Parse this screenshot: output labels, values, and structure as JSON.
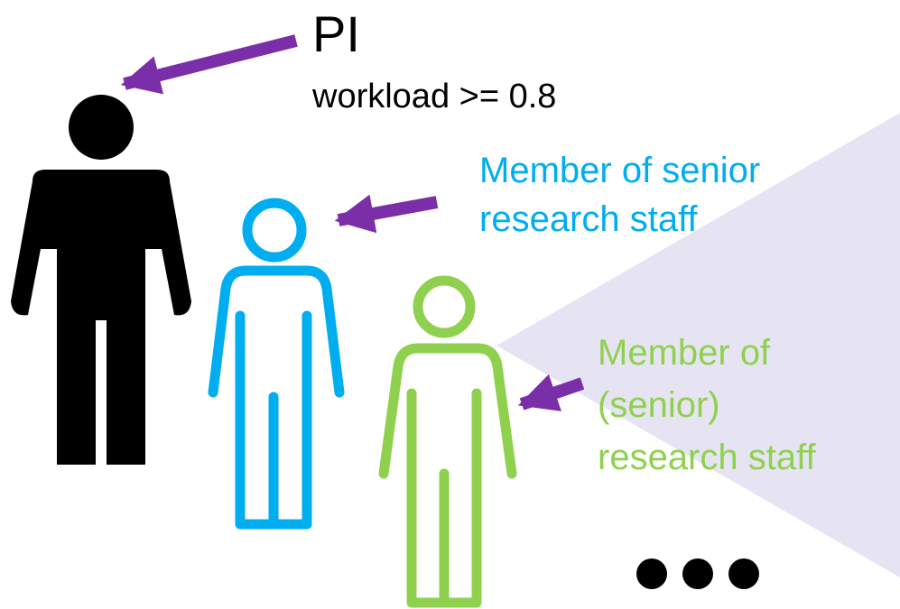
{
  "colors": {
    "pi": "#000000",
    "senior": "#00aeef",
    "staff": "#8fd14f",
    "arrow": "#7a2fa8",
    "wedge": "#e6e4f3"
  },
  "pi": {
    "title": "PI",
    "condition": "workload >= 0.8",
    "icon": "person-filled-icon"
  },
  "senior": {
    "line1": "Member of senior",
    "line2": "research staff",
    "icon": "person-outline-icon"
  },
  "staff": {
    "line1": "Member of",
    "line2": "(senior)",
    "line3": "research staff",
    "icon": "person-outline-icon"
  },
  "more": {
    "icon": "ellipsis-icon"
  }
}
